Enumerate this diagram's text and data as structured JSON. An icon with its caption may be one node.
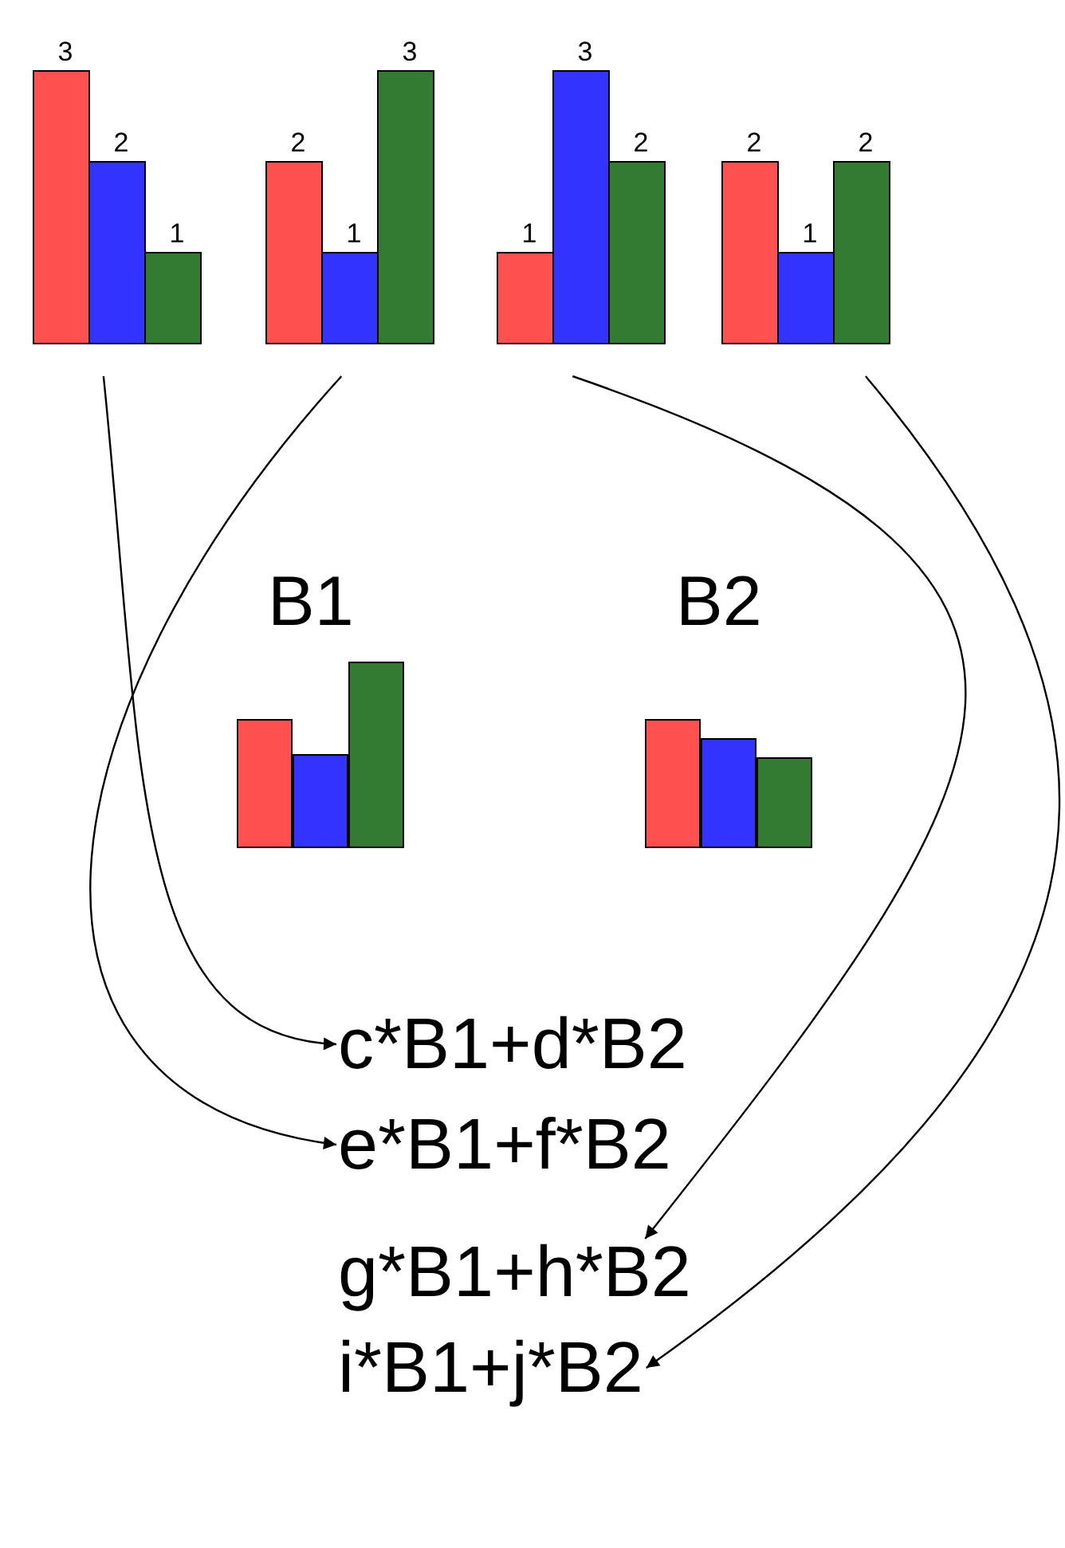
{
  "diagram": {
    "nodes": [
      {
        "text": [
          "3",
          "2",
          "1"
        ]
      },
      {
        "text": [
          "2",
          "1",
          "3"
        ]
      },
      {
        "text": [
          "1",
          "3",
          "2"
        ]
      },
      {
        "text": [
          "2",
          "1",
          "2"
        ]
      },
      {
        "text": [
          "B1"
        ]
      },
      {
        "text": [
          "B2"
        ]
      },
      {
        "text": [
          "c*B1+d*B2"
        ]
      },
      {
        "text": [
          "e*B1+f*B2"
        ]
      },
      {
        "text": [
          "g*B1+h*B2"
        ]
      },
      {
        "text": [
          "i*B1+j*B2"
        ]
      }
    ],
    "edges": [
      {
        "from": 0,
        "to": 6,
        "arrow": "to"
      },
      {
        "from": 1,
        "to": 7,
        "arrow": "to"
      },
      {
        "from": 2,
        "to": 8,
        "arrow": "to"
      },
      {
        "from": 3,
        "to": 9,
        "arrow": "to"
      }
    ]
  }
}
